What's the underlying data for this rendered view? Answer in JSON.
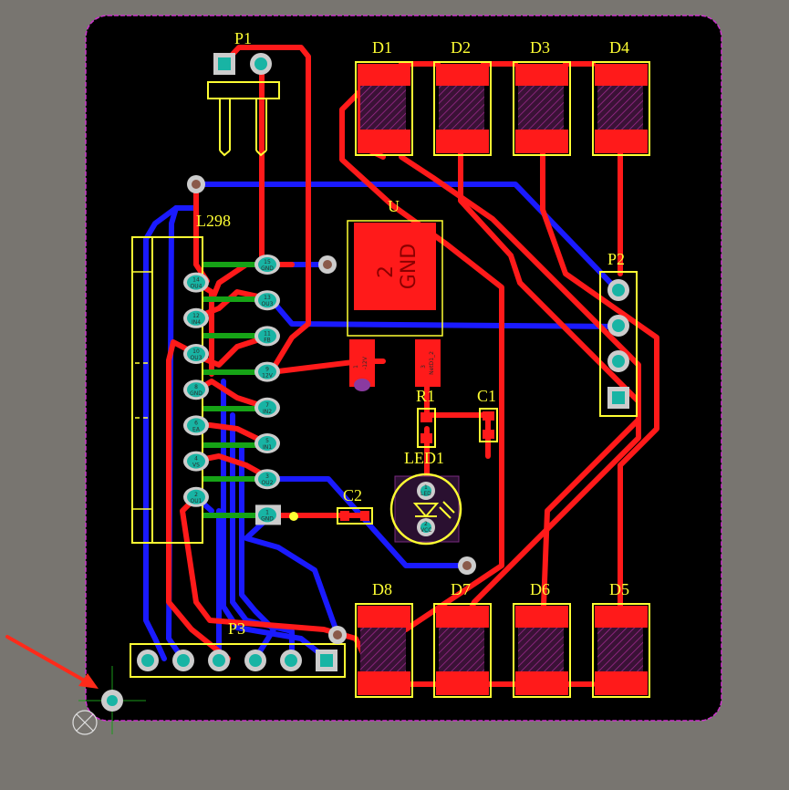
{
  "board": {
    "outline_color": "#cc33cc",
    "background": "#000000",
    "workspace_color": "#787570"
  },
  "colors": {
    "top_copper": "#ff1a1a",
    "bottom_copper": "#1a1aff",
    "silkscreen": "#ffff33",
    "pad_cyan": "#18b4a4",
    "green_trace": "#16a316",
    "via_brown": "#8a5a4a",
    "annotation_arrow": "#ff2a1a"
  },
  "silkscreen": {
    "p1": "P1",
    "l298": "L298",
    "u": "U",
    "p2": "P2",
    "p3": "P3",
    "r1": "R1",
    "c1": "C1",
    "c2": "C2",
    "led1": "LED1",
    "d1": "D1",
    "d2": "D2",
    "d3": "D3",
    "d4": "D4",
    "d5": "D5",
    "d6": "D6",
    "d7": "D7",
    "d8": "D8"
  },
  "u_pad": {
    "num": "2",
    "net": "GND",
    "pin1_label": "-12V",
    "pin3_label": "NetD1_2",
    "pin1_num": "1",
    "pin3_num": "3"
  },
  "l298_pins": [
    {
      "num": "15",
      "net": "GND"
    },
    {
      "num": "14",
      "net": "OU4"
    },
    {
      "num": "13",
      "net": "OU3"
    },
    {
      "num": "12",
      "net": "IN4"
    },
    {
      "num": "11",
      "net": "FB"
    },
    {
      "num": "10",
      "net": "OU3"
    },
    {
      "num": "9",
      "net": "12V"
    },
    {
      "num": "8",
      "net": "GND"
    },
    {
      "num": "7",
      "net": "IN2"
    },
    {
      "num": "6",
      "net": "EA"
    },
    {
      "num": "5",
      "net": "IN1"
    },
    {
      "num": "4",
      "net": "VS"
    },
    {
      "num": "3",
      "net": "OU2"
    },
    {
      "num": "2",
      "net": "OU1"
    },
    {
      "num": "1",
      "net": "GND"
    }
  ],
  "led_pads": {
    "pin1": "1",
    "pin1_net": "LED",
    "pin2": "2",
    "pin2_net": "VCC"
  },
  "icons": [
    "origin-marker-icon",
    "snap-cursor-icon",
    "annotation-arrow-icon"
  ]
}
